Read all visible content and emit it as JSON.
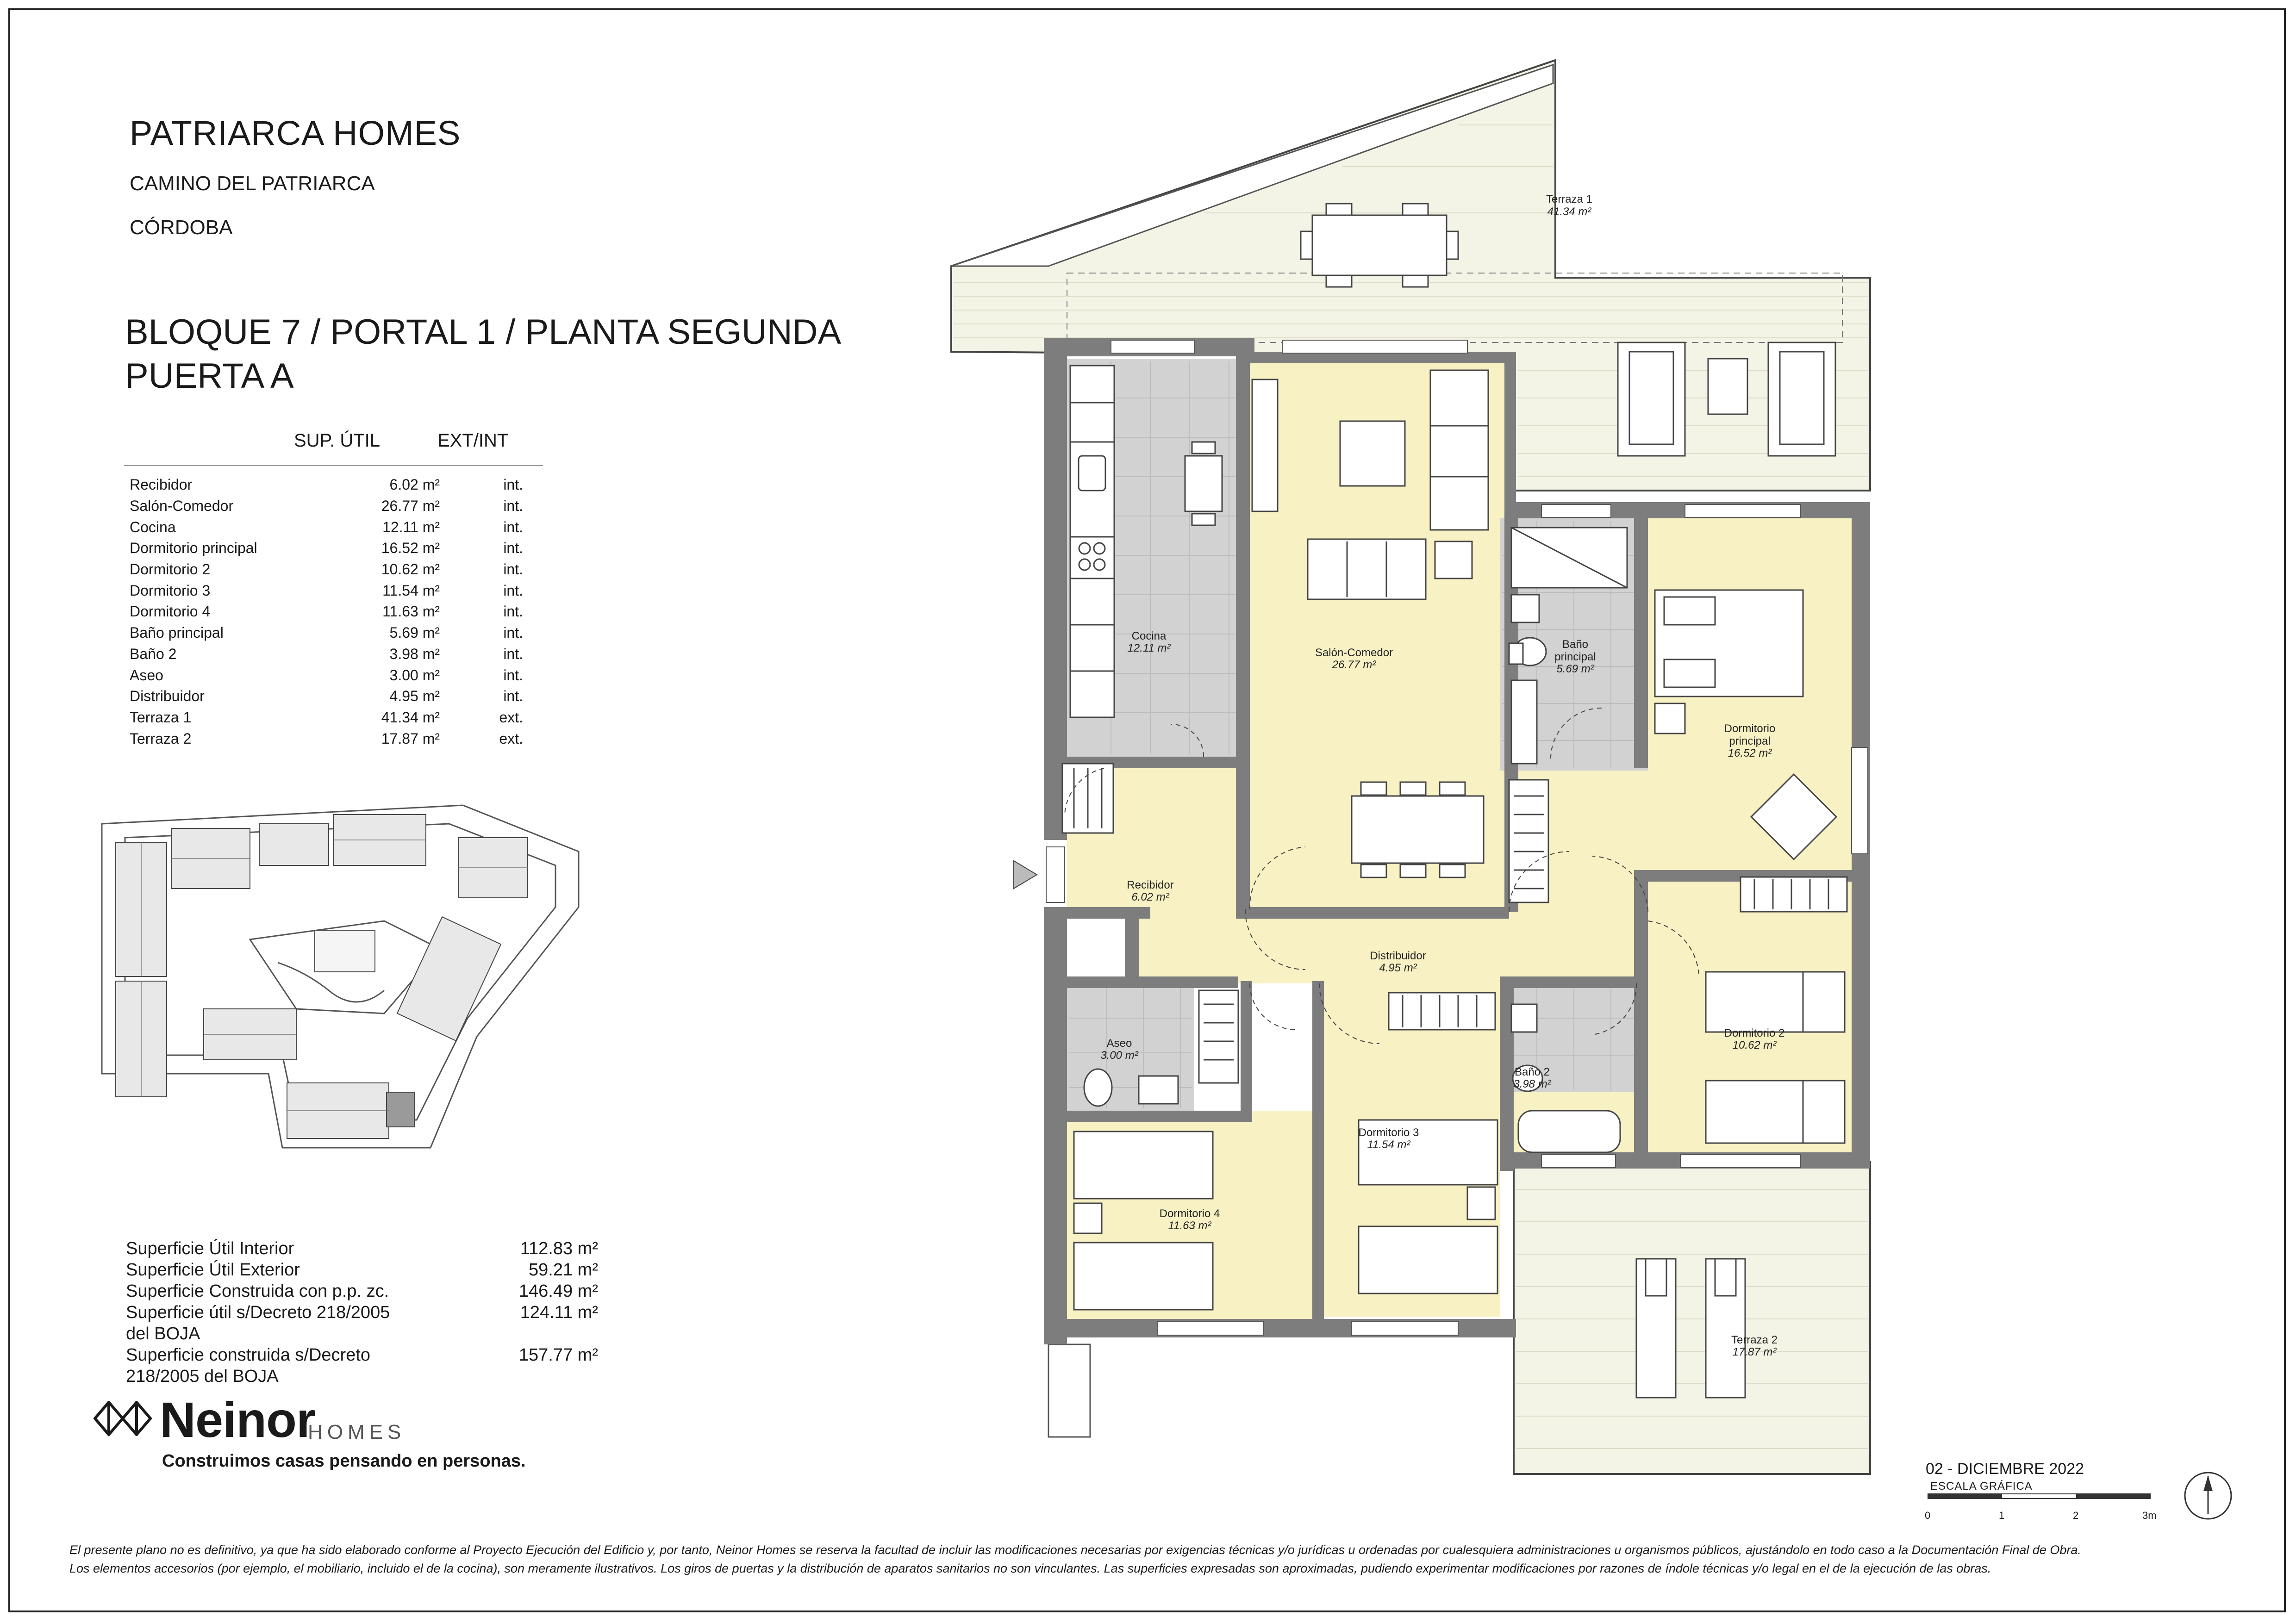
{
  "header": {
    "title": "PATRIARCA HOMES",
    "street": "CAMINO DEL PATRIARCA",
    "city": "CÓRDOBA",
    "block_line1": "BLOQUE 7 / PORTAL 1 / PLANTA SEGUNDA",
    "block_line2": "PUERTA A"
  },
  "areas_table": {
    "col_area": "SUP. ÚTIL",
    "col_type": "EXT/INT",
    "rows": [
      {
        "name": "Recibidor",
        "area": "6.02 m²",
        "type": "int."
      },
      {
        "name": "Salón-Comedor",
        "area": "26.77 m²",
        "type": "int."
      },
      {
        "name": "Cocina",
        "area": "12.11 m²",
        "type": "int."
      },
      {
        "name": "Dormitorio principal",
        "area": "16.52 m²",
        "type": "int."
      },
      {
        "name": "Dormitorio 2",
        "area": "10.62 m²",
        "type": "int."
      },
      {
        "name": "Dormitorio 3",
        "area": "11.54 m²",
        "type": "int."
      },
      {
        "name": "Dormitorio 4",
        "area": "11.63 m²",
        "type": "int."
      },
      {
        "name": "Baño principal",
        "area": "5.69 m²",
        "type": "int."
      },
      {
        "name": "Baño 2",
        "area": "3.98 m²",
        "type": "int."
      },
      {
        "name": "Aseo",
        "area": "3.00 m²",
        "type": "int."
      },
      {
        "name": "Distribuidor",
        "area": "4.95 m²",
        "type": "int."
      },
      {
        "name": "Terraza 1",
        "area": "41.34 m²",
        "type": "ext."
      },
      {
        "name": "Terraza 2",
        "area": "17.87 m²",
        "type": "ext."
      }
    ]
  },
  "totals": [
    {
      "label": "Superficie Útil Interior",
      "value": "112.83 m²"
    },
    {
      "label": "Superficie Útil Exterior",
      "value": "59.21 m²"
    },
    {
      "label": "Superficie Construida con p.p. zc.",
      "value": "146.49 m²"
    },
    {
      "label": "Superficie útil s/Decreto 218/2005 del BOJA",
      "value": "124.11 m²"
    },
    {
      "label": "Superficie construida s/Decreto 218/2005 del BOJA",
      "value": "157.77 m²"
    }
  ],
  "logo": {
    "word": "Neinor",
    "homes": "HOMES",
    "slogan": "Construimos casas pensando en personas."
  },
  "plan_rooms": {
    "terraza1": {
      "name": "Terraza 1",
      "area": "41.34 m²"
    },
    "cocina": {
      "name": "Cocina",
      "area": "12.11 m²"
    },
    "salon": {
      "name": "Salón-Comedor",
      "area": "26.77 m²"
    },
    "bano_principal": {
      "name1": "Baño",
      "name2": "principal",
      "area": "5.69 m²"
    },
    "dorm_principal": {
      "name1": "Dormitorio",
      "name2": "principal",
      "area": "16.52 m²"
    },
    "recibidor": {
      "name": "Recibidor",
      "area": "6.02 m²"
    },
    "distribuidor": {
      "name": "Distribuidor",
      "area": "4.95 m²"
    },
    "aseo": {
      "name": "Aseo",
      "area": "3.00 m²"
    },
    "bano2": {
      "name": "Baño 2",
      "area": "3.98 m²"
    },
    "dorm2": {
      "name": "Dormitorio 2",
      "area": "10.62 m²"
    },
    "dorm3": {
      "name": "Dormitorio 3",
      "area": "11.54 m²"
    },
    "dorm4": {
      "name": "Dormitorio 4",
      "area": "11.63 m²"
    },
    "terraza2": {
      "name": "Terraza 2",
      "area": "17.87 m²"
    }
  },
  "footer": {
    "date": "02 - DICIEMBRE 2022",
    "scale_title": "ESCALA GRÁFICA",
    "scale_labels": [
      "0",
      "1",
      "2",
      "3m"
    ],
    "disclaimer1": "El presente plano no es definitivo, ya que ha sido elaborado conforme al Proyecto Ejecución del Edificio y, por tanto, Neinor Homes se reserva la facultad de incluir las modificaciones necesarias por exigencias técnicas y/o jurídicas u ordenadas por cualesquiera administraciones u organismos públicos, ajustándolo en todo caso a la Documentación Final de Obra.",
    "disclaimer2": "Los elementos accesorios (por ejemplo, el mobiliario, incluido el de la cocina), son meramente ilustrativos. Los giros de puertas y la distribución de aparatos sanitarios no son vinculantes. Las superficies expresadas son aproximadas, pudiendo experimentar modificaciones por razones de índole técnicas y/o legal en el de la ejecución de las obras."
  },
  "colors": {
    "interior": "#f7f1c3",
    "wet_rooms": "#d3d3d3",
    "terrace": "#f4f4e6",
    "wall": "#7d7d7d"
  }
}
